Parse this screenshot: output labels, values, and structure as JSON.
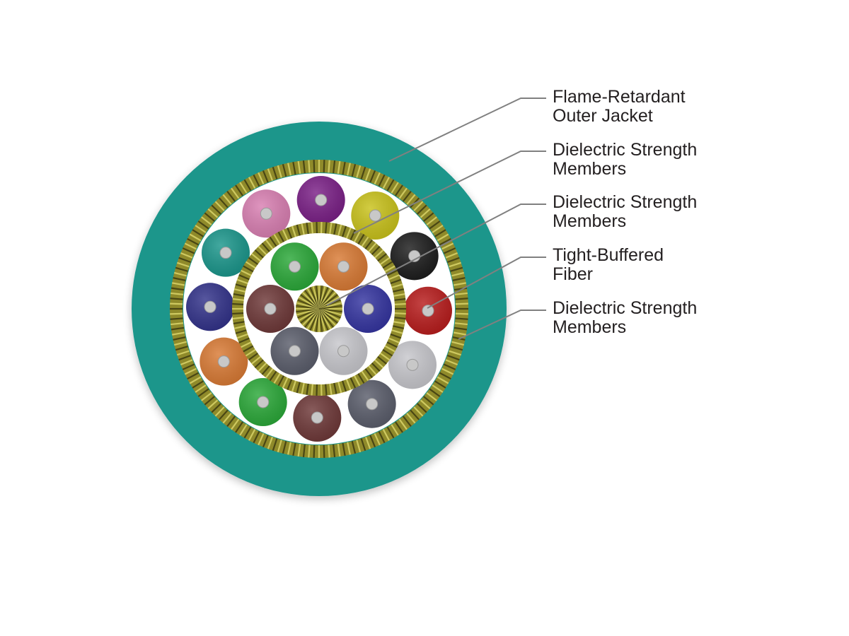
{
  "callouts": [
    {
      "line1": "Flame-Retardant",
      "line2": "Outer Jacket"
    },
    {
      "line1": "Dielectric Strength",
      "line2": "Members"
    },
    {
      "line1": "Dielectric Strength",
      "line2": "Members"
    },
    {
      "line1": "Tight-Buffered",
      "line2": "Fiber"
    },
    {
      "line1": "Dielectric Strength",
      "line2": "Members"
    }
  ],
  "colors": {
    "outer_jacket": "#1a968b",
    "strength_member": "#8f8a2a",
    "strength_dark": "#3d3a10",
    "strength_light": "#d9d46a",
    "fiber_core": "#c8c8c8",
    "leader_line": "#808080",
    "label_text": "#231f20"
  },
  "outer_fibers": [
    "#d97fb2",
    "#7a1f86",
    "#c9c21a",
    "#1c1c1c",
    "#b81c1c",
    "#c7c7cc",
    "#5a5d6b",
    "#6e3838",
    "#2aa838",
    "#d97a34",
    "#32328a",
    "#1a968b"
  ],
  "inner_fibers": [
    "#d97a34",
    "#3434a0",
    "#c7c7cc",
    "#5a5d6b",
    "#6e3838",
    "#2aa838"
  ]
}
